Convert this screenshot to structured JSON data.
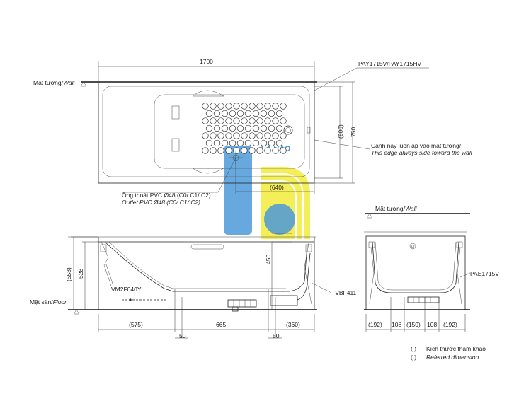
{
  "model": "PAY1715V/PAY1715HV",
  "side_model": "PAE1715V",
  "dimensions": {
    "overall_length": "1700",
    "inner_width": "(600)",
    "overall_width": "750",
    "drain_offset": "(640)",
    "side_height_558": "(558)",
    "side_height_528": "528",
    "drain_height": "450",
    "bottom_575": "(575)",
    "bottom_665": "665",
    "bottom_360": "(360)",
    "bottom_50_left": "50",
    "bottom_50_right": "50",
    "end_192_left": "(192)",
    "end_108_left": "108",
    "end_150": "(150)",
    "end_108_right": "108",
    "end_192_right": "(192)"
  },
  "labels": {
    "wall_top": "Mặt tường/",
    "wall_top_en": "Wall",
    "wall_side": "Mặt tường/",
    "wall_side_en": "Wall",
    "floor": "Mặt sàn/",
    "floor_en": "Floor",
    "edge_vi": "Cạnh này luôn áp vào mặt tường/",
    "edge_en": "This edge always side toward the wall",
    "outlet_vi": "Ống thoát PVC Ø48 (C0/ C1/ C2)",
    "outlet_en": "Outlet PVC Ø48 (C0/ C1/ C2)",
    "leg_code": "VM2F040Y",
    "drain_code": "TVBF411"
  },
  "legend": {
    "symbol": "(       )",
    "vi": "Kích thước tham khảo",
    "en": "Referred dimension"
  },
  "watermark": "LÃ HÀO",
  "colors": {
    "watermark_blue": "#3a8fd6",
    "watermark_yellow": "#f2ea33"
  }
}
